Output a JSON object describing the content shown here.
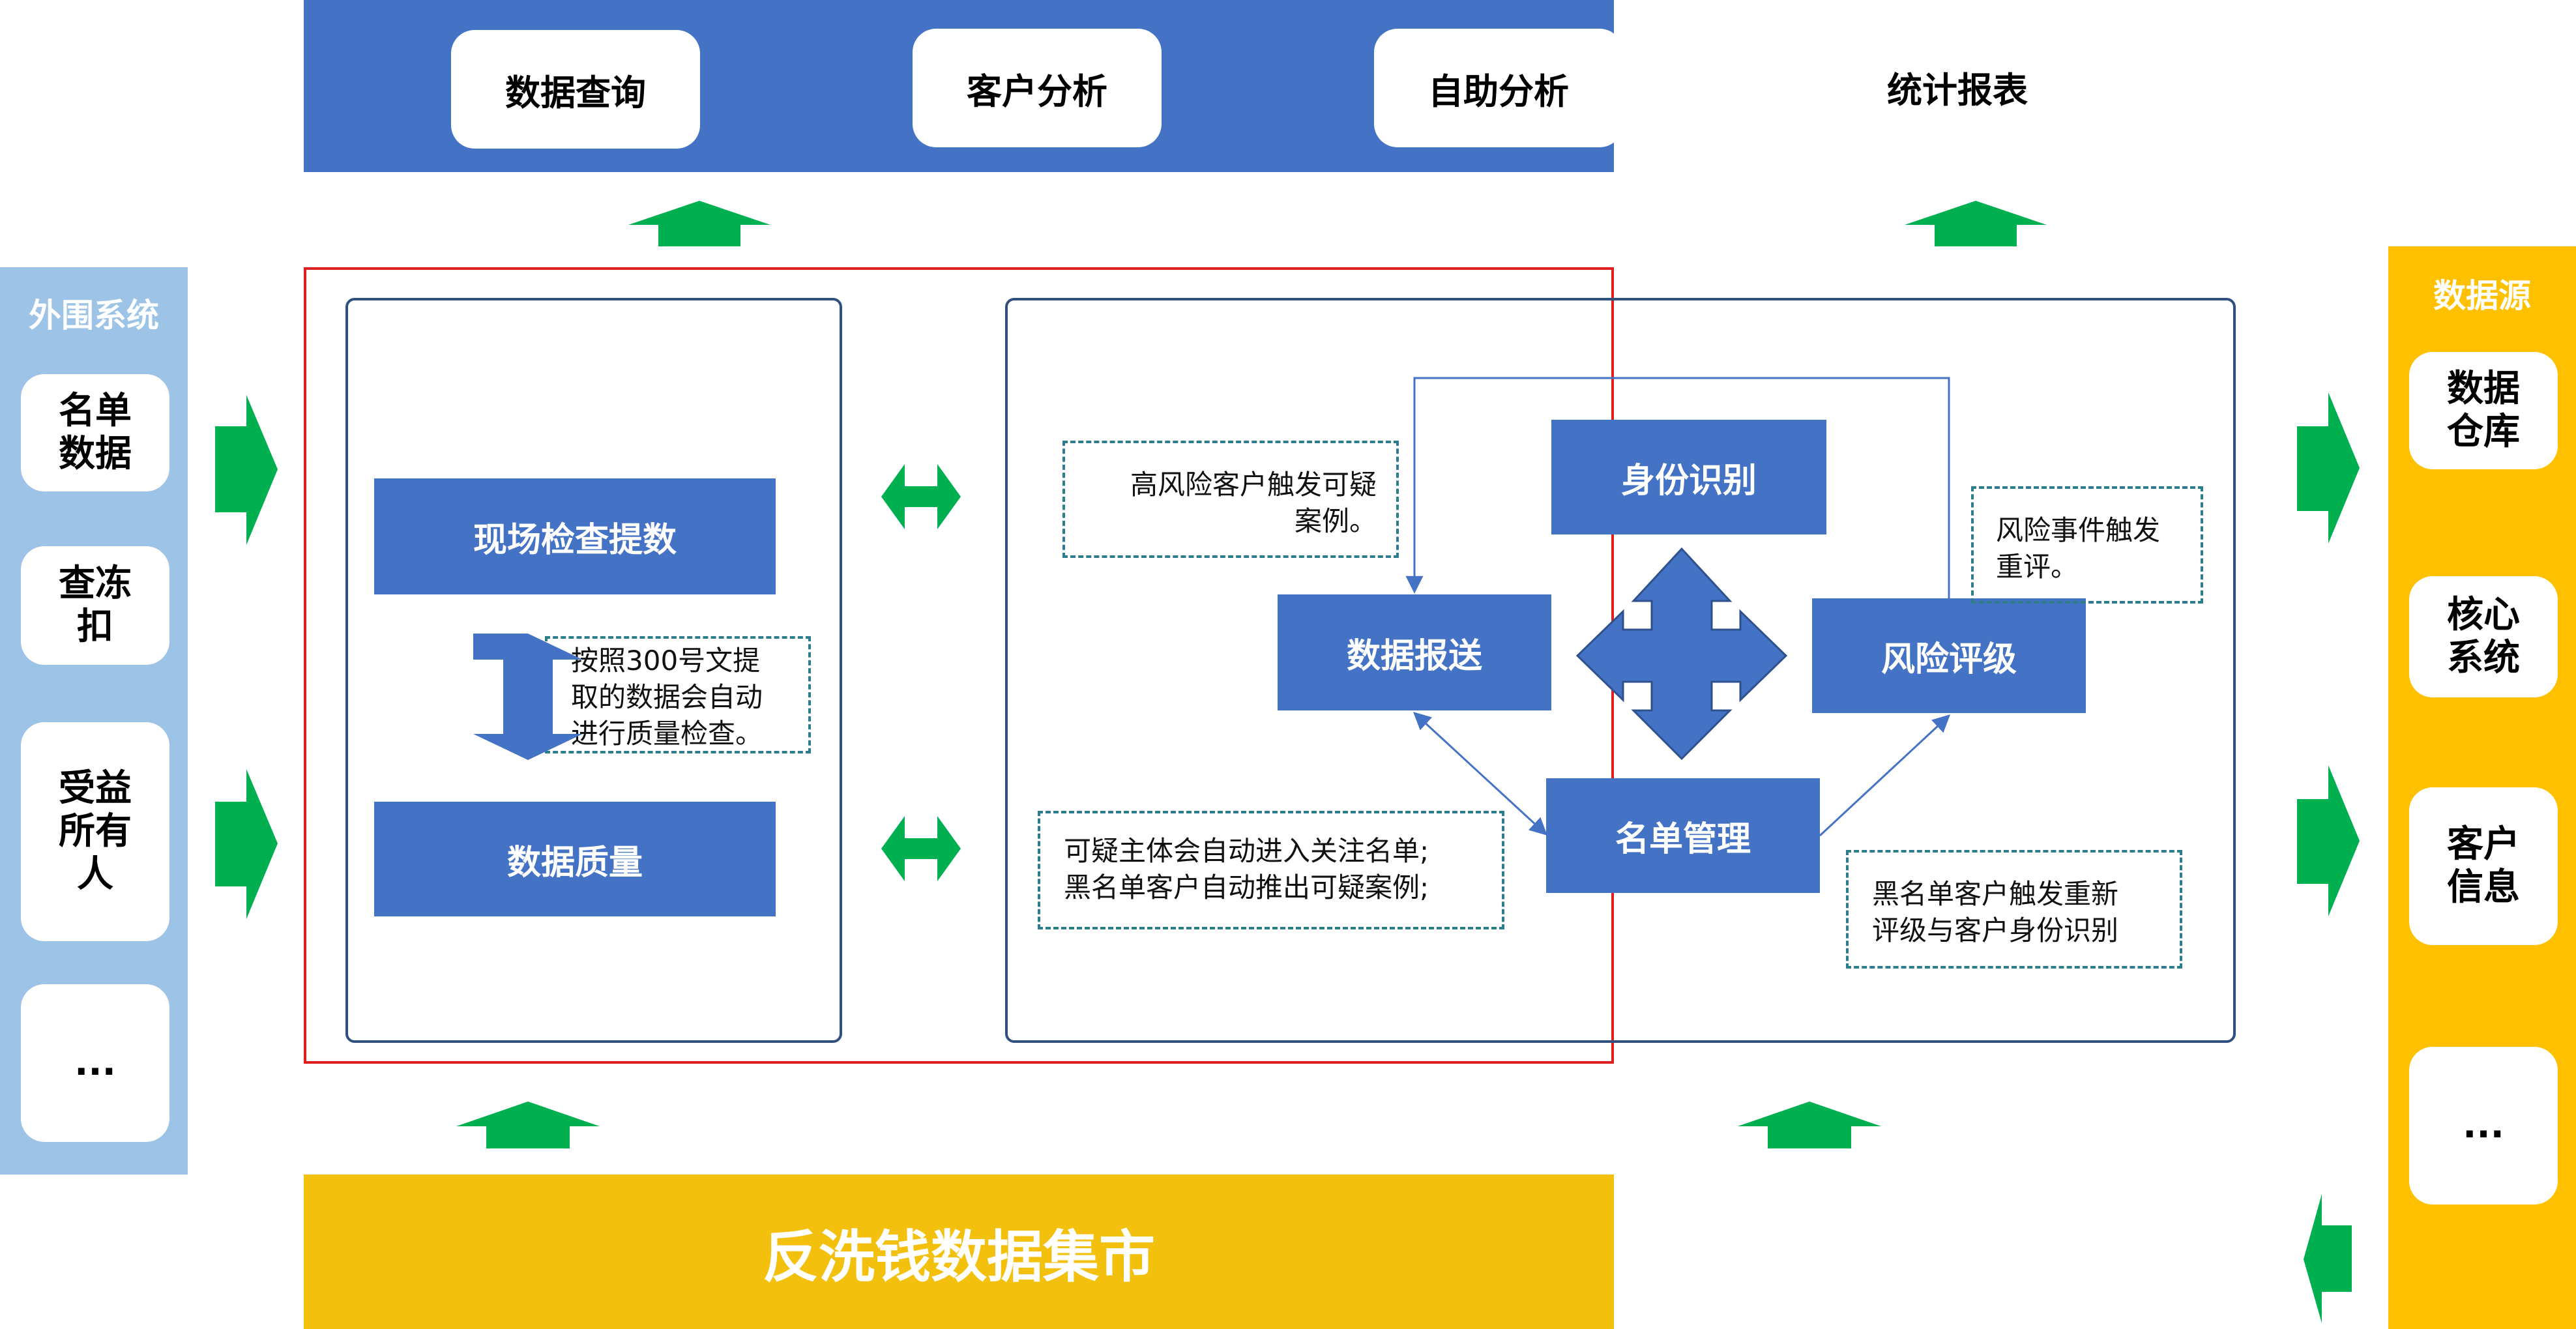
{
  "top_bar": {
    "buttons": [
      "数据查询",
      "客户分析",
      "自助分析",
      "统计报表"
    ]
  },
  "left_panel": {
    "title": "外围系统",
    "items": [
      "名单\n数据",
      "查冻\n扣",
      "受益\n所有\n人",
      "..."
    ]
  },
  "right_panel": {
    "title": "数据源",
    "items": [
      "数据\n仓库",
      "核心\n系统",
      "客户\n信息",
      "..."
    ]
  },
  "quality": {
    "top_block": "现场检查提数",
    "bottom_block": "数据质量",
    "note": "按照300号文提\n取的数据会自动\n进行质量检查。"
  },
  "workflow": {
    "identity": "身份识别",
    "report": "数据报送",
    "risk": "风险评级",
    "list": "名单管理",
    "note_high_risk": "高风险客户触发可疑\n案例。",
    "note_risk_event": "风险事件触发\n重评。",
    "note_suspicious": "可疑主体会自动进入关注名单;\n黑名单客户自动推出可疑案例;",
    "note_blacklist": "黑名单客户触发重新\n评级与客户身份识别"
  },
  "bottom_bar": {
    "title": "反洗钱数据集市"
  },
  "colors": {
    "blue": "#4472c4",
    "green_arrow": "#00b050",
    "gold": "#ffc000",
    "light_blue": "#9dc3e6",
    "frame_red": "#e02020"
  }
}
